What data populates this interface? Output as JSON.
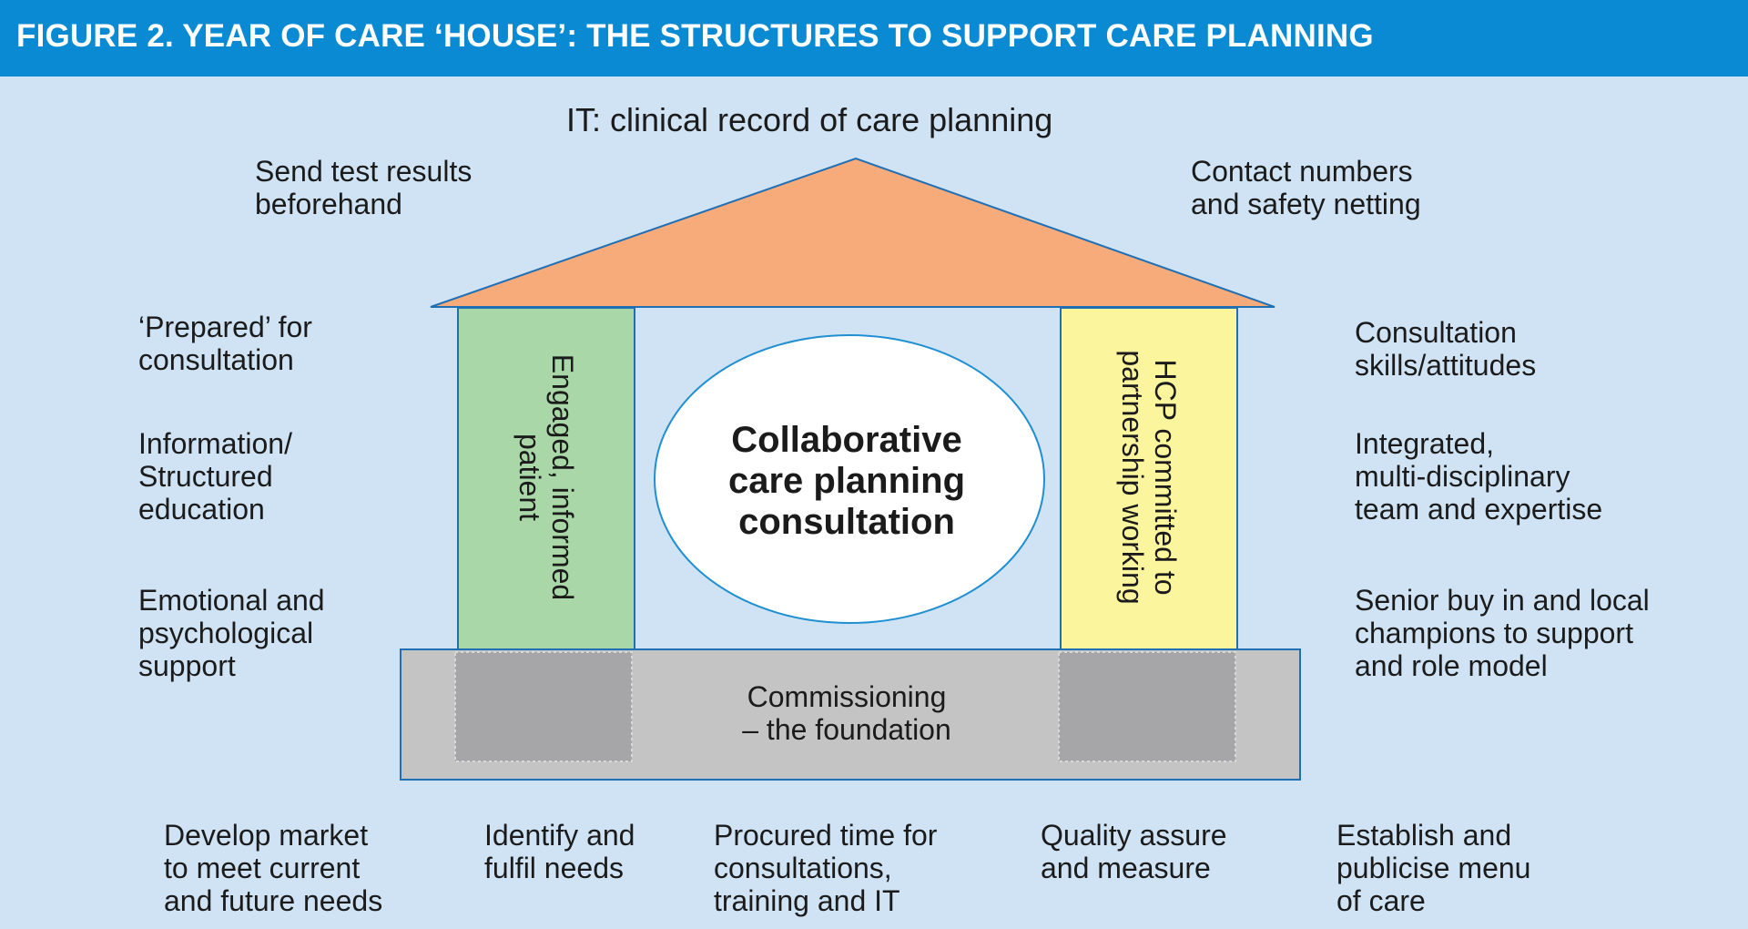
{
  "header": {
    "title": "FIGURE 2. YEAR OF CARE ‘HOUSE’: THE STRUCTURES TO SUPPORT CARE PLANNING",
    "background_color": "#0a8ad3"
  },
  "roof": {
    "label": "IT: clinical record of care planning",
    "left_label": "Send test results\nbeforehand",
    "right_label": "Contact numbers\nand safety netting",
    "color": "#f8ab7a"
  },
  "left_pillar": {
    "text": "Engaged, informed\npatient",
    "color": "#a9d7a7"
  },
  "right_pillar": {
    "text": "HCP committed to\npartnership working",
    "color": "#fbf59e"
  },
  "center": {
    "text": "Collaborative\ncare planning\nconsultation"
  },
  "foundation": {
    "text": "Commissioning\n– the foundation",
    "color": "#c4c4c4"
  },
  "left_labels": [
    "‘Prepared’ for\nconsultation",
    "Information/\nStructured\neducation",
    "Emotional and\npsychological\nsupport"
  ],
  "right_labels": [
    "Consultation\nskills/attitudes",
    "Integrated,\nmulti-disciplinary\nteam and expertise",
    "Senior buy in and local\nchampions to support\nand role model"
  ],
  "bottom_labels": [
    "Develop market\nto meet current\nand future needs",
    "Identify and\nfulfil needs",
    "Procured time for\nconsultations,\ntraining and IT",
    "Quality assure\nand measure",
    "Establish and\npublicise menu\nof care"
  ]
}
